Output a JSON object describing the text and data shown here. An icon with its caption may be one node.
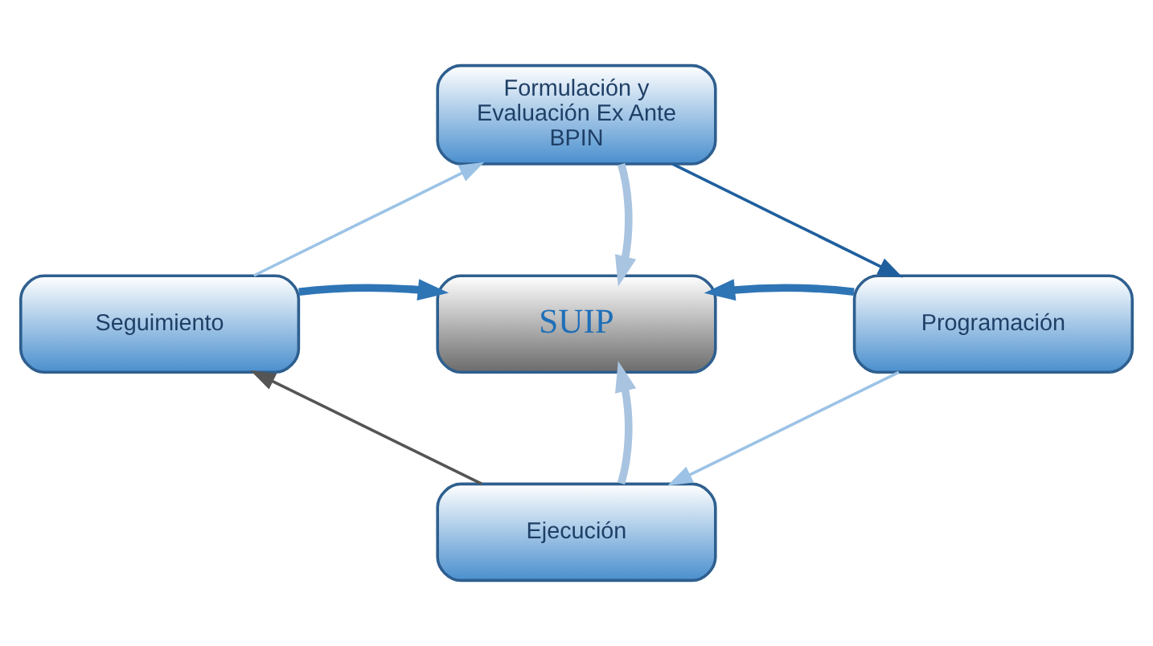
{
  "diagram": {
    "nodes": [
      {
        "text": [
          "Formulación y Evaluación Ex Ante BPIN"
        ]
      },
      {
        "text": [
          "Seguimiento"
        ]
      },
      {
        "text": [
          "SUIP"
        ]
      },
      {
        "text": [
          "Programación"
        ]
      },
      {
        "text": [
          "Ejecución"
        ]
      }
    ],
    "edges": [
      {
        "from": 0,
        "to": 2,
        "arrow": "to",
        "style": "thick",
        "color": "#a9c4e0"
      },
      {
        "from": 1,
        "to": 2,
        "arrow": "to",
        "style": "thick",
        "color": "#2e75b6"
      },
      {
        "from": 3,
        "to": 2,
        "arrow": "to",
        "style": "thick",
        "color": "#2e75b6"
      },
      {
        "from": 4,
        "to": 2,
        "arrow": "to",
        "style": "thick",
        "color": "#a9c4e0"
      },
      {
        "from": 1,
        "to": 0,
        "arrow": "to",
        "color": "#9cc3e6"
      },
      {
        "from": 0,
        "to": 3,
        "arrow": "to",
        "color": "#1f5f9e"
      },
      {
        "from": 3,
        "to": 4,
        "arrow": "to",
        "color": "#9cc3e6"
      },
      {
        "from": 4,
        "to": 1,
        "arrow": "to",
        "color": "#555555"
      }
    ]
  }
}
